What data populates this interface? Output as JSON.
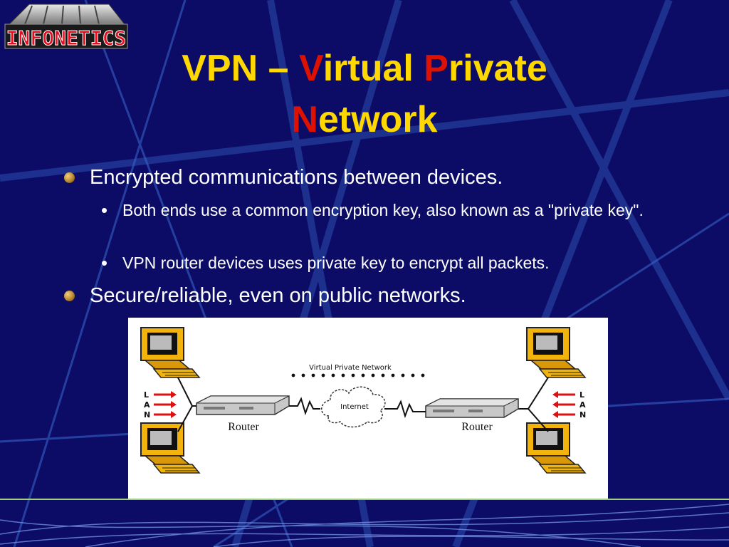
{
  "logo": {
    "text": "INFONETICS"
  },
  "title": {
    "p1": "VPN – ",
    "v": "V",
    "p2": "irtual ",
    "p": "P",
    "p3": "rivate",
    "n": "N",
    "p4": "etwork"
  },
  "bullets": [
    {
      "text": "Encrypted communications between devices."
    },
    {
      "text": "Both ends use a common encryption key, also known as a \"private key\"."
    },
    {
      "text": "VPN router devices uses private key to encrypt all packets."
    },
    {
      "text": "Secure/reliable, even on public networks."
    }
  ],
  "diagram": {
    "vpn_label": "Virtual Private Network",
    "internet_label": "Internet",
    "router_left": "Router",
    "router_right": "Router",
    "lan_left": [
      "L",
      "A",
      "N"
    ],
    "lan_right": [
      "L",
      "A",
      "N"
    ]
  },
  "colors": {
    "background": "#0c0c66",
    "title": "#ffd800",
    "title_accent": "#dd1100",
    "text": "#ffffff",
    "computer": "#f2b40c"
  }
}
